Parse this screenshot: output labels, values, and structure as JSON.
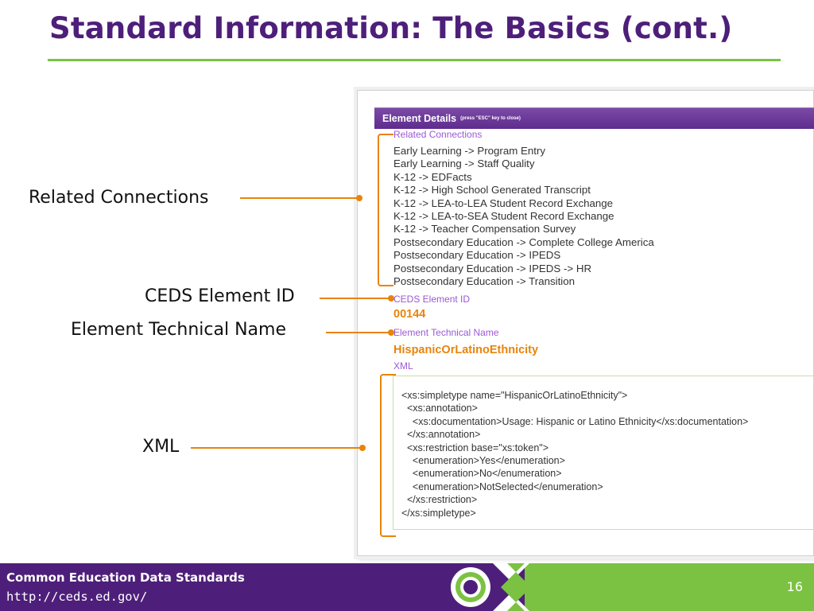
{
  "slide": {
    "title": "Standard Information: The Basics (cont.)",
    "page_number": "16"
  },
  "colors": {
    "title_purple": "#4e1f7a",
    "accent_green": "#7cc242",
    "callout_orange": "#e8840a",
    "label_violet": "#9b59d6"
  },
  "callouts": {
    "related_connections": "Related Connections",
    "ceds_element_id": "CEDS Element ID",
    "element_technical_name": "Element Technical Name",
    "xml": "XML"
  },
  "panel": {
    "header": "Element Details",
    "header_hint": "(press \"ESC\" key to close)",
    "related_label": "Related Connections",
    "connections": [
      "Early Learning -> Program Entry",
      "Early Learning -> Staff Quality",
      "K-12 -> EDFacts",
      "K-12 -> High School Generated Transcript",
      "K-12 -> LEA-to-LEA Student Record Exchange",
      "K-12 -> LEA-to-SEA Student Record Exchange",
      "K-12 -> Teacher Compensation Survey",
      "Postsecondary Education -> Complete College America",
      "Postsecondary Education -> IPEDS",
      "Postsecondary Education -> IPEDS -> HR",
      "Postsecondary Education -> Transition"
    ],
    "id_label": "CEDS Element ID",
    "id_value": "00144",
    "tech_name_label": "Element Technical Name",
    "tech_name_value": "HispanicOrLatinoEthnicity",
    "xml_label": "XML",
    "xml_lines": [
      "<xs:simpletype name=\"HispanicOrLatinoEthnicity\">",
      "  <xs:annotation>",
      "    <xs:documentation>Usage: Hispanic or Latino Ethnicity</xs:documentation>",
      "  </xs:annotation>",
      "  <xs:restriction base=\"xs:token\">",
      "    <enumeration>Yes</enumeration>",
      "    <enumeration>No</enumeration>",
      "    <enumeration>NotSelected</enumeration>",
      "  </xs:restriction>",
      "</xs:simpletype>"
    ]
  },
  "footer": {
    "org_name": "Common Education Data Standards",
    "url": "http://ceds.ed.gov/"
  }
}
